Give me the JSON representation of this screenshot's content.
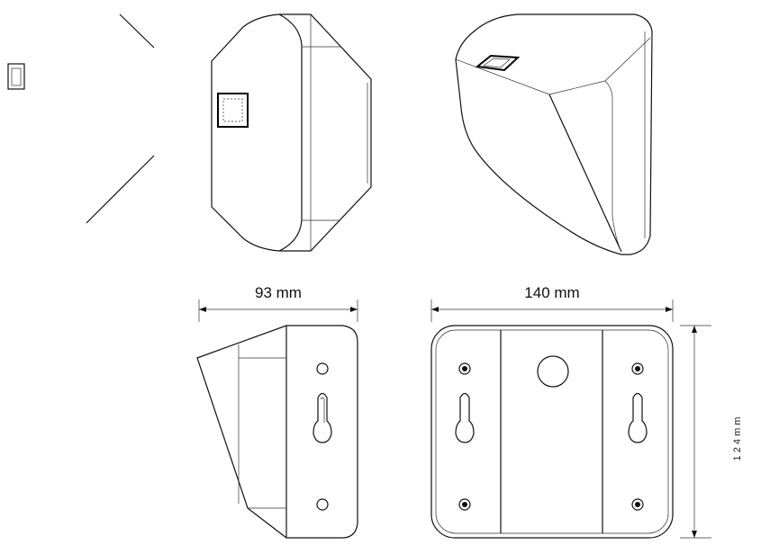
{
  "dimensions": {
    "depth_label": "93 mm",
    "width_label": "140 mm",
    "height_label": "1 2 4 m m"
  },
  "colors": {
    "line": "#111111",
    "background": "#ffffff"
  }
}
